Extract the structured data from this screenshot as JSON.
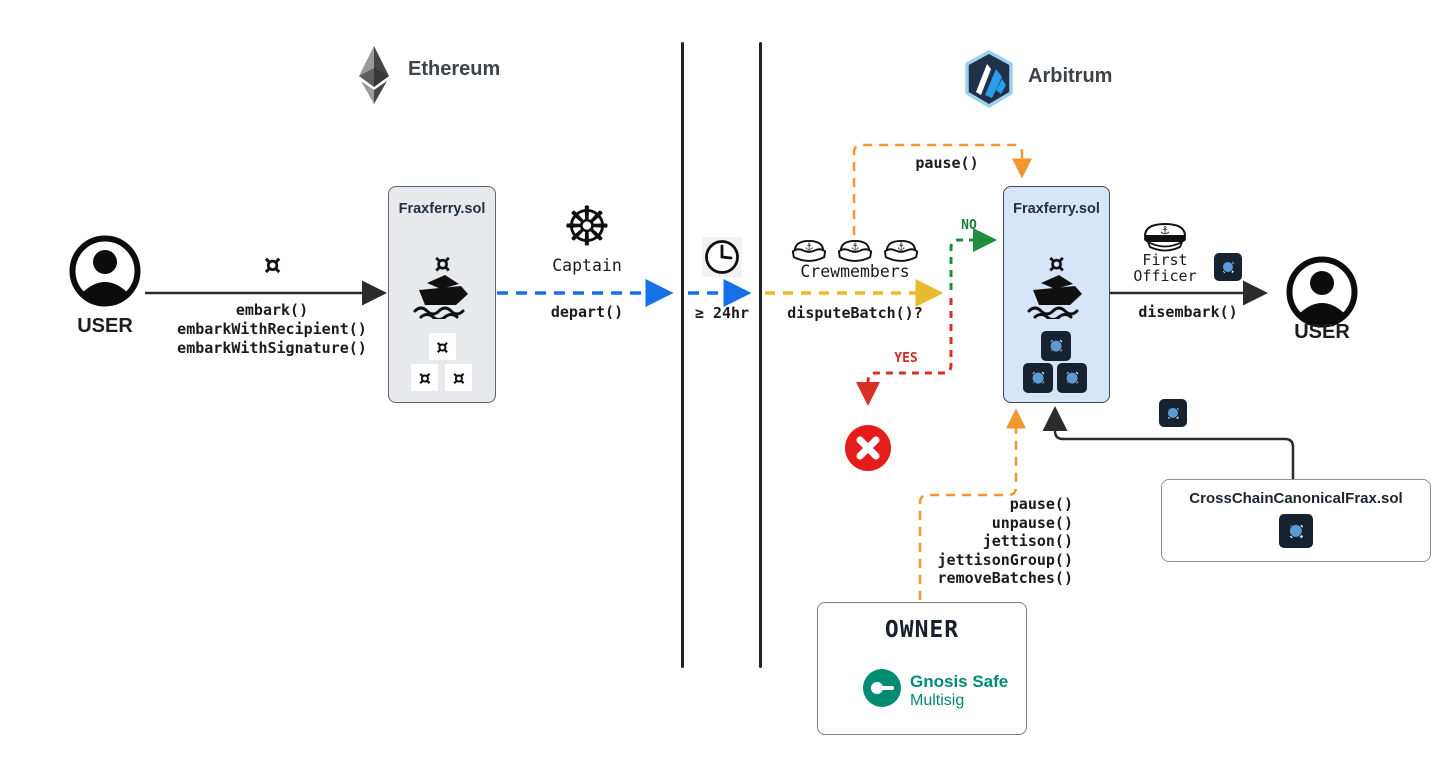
{
  "ethereum_side": {
    "chain_label": "Ethereum",
    "contract_title": "Fraxferry.sol",
    "user_label": "USER",
    "embark_functions": [
      "embark()",
      "embarkWithRecipient()",
      "embarkWithSignature()"
    ],
    "captain_label": "Captain",
    "captain_action": "depart()"
  },
  "bridge": {
    "wait_label": "≥ 24hr"
  },
  "arbitrum_side": {
    "chain_label": "Arbitrum",
    "contract_title": "Fraxferry.sol",
    "user_label": "USER",
    "crew_label": "Crewmembers",
    "crew_action": "disputeBatch()?",
    "crew_pause_action": "pause()",
    "dispute_no_label": "NO",
    "dispute_yes_label": "YES",
    "first_officer_line1": "First",
    "first_officer_line2": "Officer",
    "first_officer_action": "disembark()",
    "crosschain_contract_title": "CrossChainCanonicalFrax.sol"
  },
  "owner": {
    "title": "OWNER",
    "wallet_name": "Gnosis Safe",
    "wallet_type": "Multisig",
    "functions": [
      "pause()",
      "unpause()",
      "jettison()",
      "jettisonGroup()",
      "removeBatches()"
    ]
  },
  "icons": {
    "token": "life-preserver-token",
    "frax_token": "frax-token",
    "ship": "ferry-ship",
    "helm": "ship-wheel",
    "clock": "clock",
    "sailor_hat": "sailor-hat",
    "captain_hat": "captain-hat",
    "fail": "red-x"
  },
  "colors": {
    "blue_arrow": "#1670e8",
    "yellow_arrow": "#e9bc2f",
    "orange_arrow": "#f2962e",
    "green_arrow": "#1e8e3e",
    "red_arrow": "#d93025",
    "black_arrow": "#2b2b2b",
    "eth_box_bg": "#e7e9ec",
    "arb_box_bg": "#d7e5f8",
    "gnosis_green": "#008c73",
    "fail_red": "#e51c1c"
  }
}
